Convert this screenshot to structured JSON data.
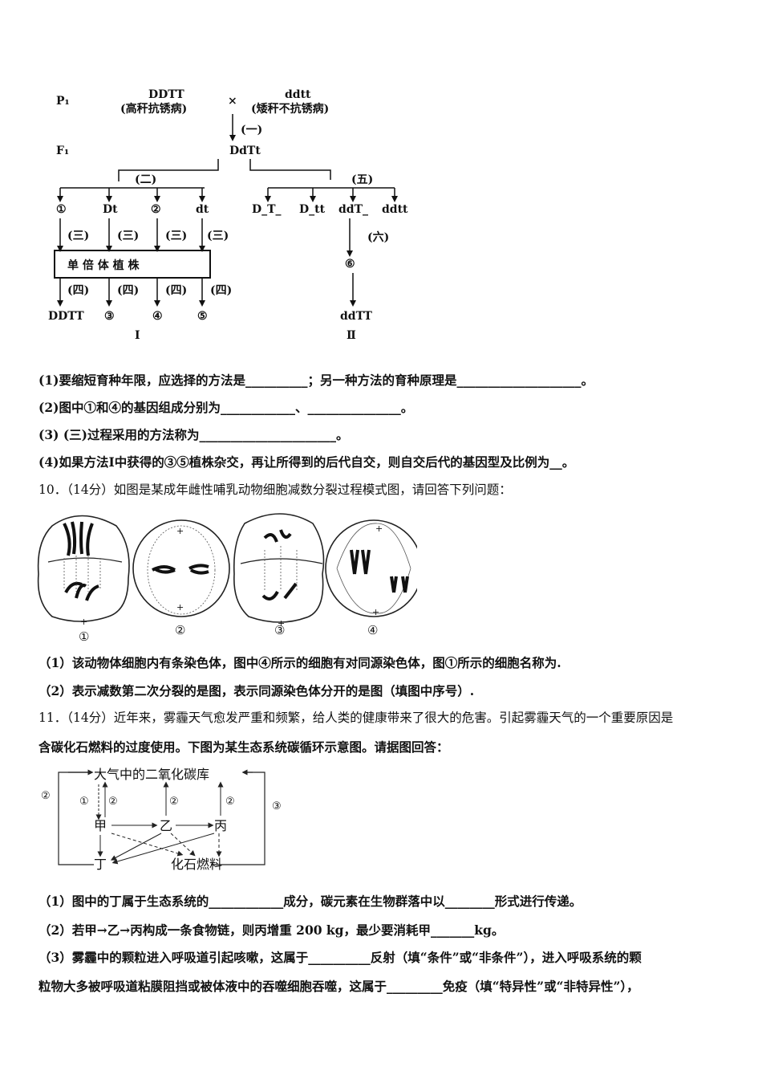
{
  "breeding_diagram": {
    "p1_label": "P₁",
    "parent1_genotype": "DDTT",
    "parent1_desc": "(高秆抗锈病)",
    "cross_symbol": "×",
    "parent2_genotype": "ddtt",
    "parent2_desc": "(矮秆不抗锈病)",
    "step1": "(一)",
    "f1_label": "F₁",
    "f1_genotype": "DdTt",
    "step2": "(二)",
    "step5": "(五)",
    "left_gametes": [
      "①",
      "Dt",
      "②",
      "dt"
    ],
    "right_offspring": [
      "D_T_",
      "D_tt",
      "ddT_",
      "ddtt"
    ],
    "step3": "(三)",
    "step4": "(四)",
    "step6": "(六)",
    "haploid_box": "单 倍 体 植 株",
    "left_results": [
      "DDTT",
      "③",
      "④",
      "⑤"
    ],
    "right_mid": "⑥",
    "right_result": "ddTT",
    "method1": "Ⅰ",
    "method2": "Ⅱ"
  },
  "q9_lines": [
    "(1)要缩短育种年限，应选择的方法是__________；另一种方法的育种原理是____________________。",
    "(2)图中①和④的基因组成分别为____________、_______________。",
    "(3) (三)过程采用的方法称为______________________。",
    "(4)如果方法Ⅰ中获得的③⑤植株杂交，再让所得到的后代自交，则自交后代的基因型及比例为__。"
  ],
  "q10": {
    "header": "10．（14分）如图是某成年雌性哺乳动物细胞减数分裂过程模式图，请回答下列问题：",
    "cell_labels": [
      "①",
      "②",
      "③",
      "④"
    ],
    "lines": [
      "（1）该动物体细胞内有条染色体，图中④所示的细胞有对同源染色体，图①所示的细胞名称为.",
      "（2）表示减数第二次分裂的是图，表示同源染色体分开的是图（填图中序号）."
    ]
  },
  "q11": {
    "header_lines": [
      "11．（14分）近年来，雾霾天气愈发严重和频繁，给人类的健康带来了很大的危害。引起雾霾天气的一个重要原因是",
      "含碳化石燃料的过度使用。下图为某生态系统碳循环示意图。请据图回答："
    ],
    "diagram": {
      "co2_pool": "大气中的二氧化碳库",
      "jia": "甲",
      "yi": "乙",
      "bing": "丙",
      "ding": "丁",
      "fossil": "化石燃料",
      "arrow_labels": [
        "②",
        "①",
        "②",
        "②",
        "②",
        "③"
      ]
    },
    "lines": [
      "（1）图中的丁属于生态系统的____________成分，碳元素在生物群落中以________形式进行传递。",
      "（2）若甲→乙→丙构成一条食物链，则丙增重 200 kg，最少要消耗甲_______kg。",
      "（3）雾霾中的颗粒进入呼吸道引起咳嗽，这属于__________反射（填“条件”或“非条件”），进入呼吸系统的颗",
      "粒物大多被呼吸道粘膜阻挡或被体液中的吞噬细胞吞噬，这属于_________免疫（填“特异性”或“非特异性”），"
    ]
  }
}
